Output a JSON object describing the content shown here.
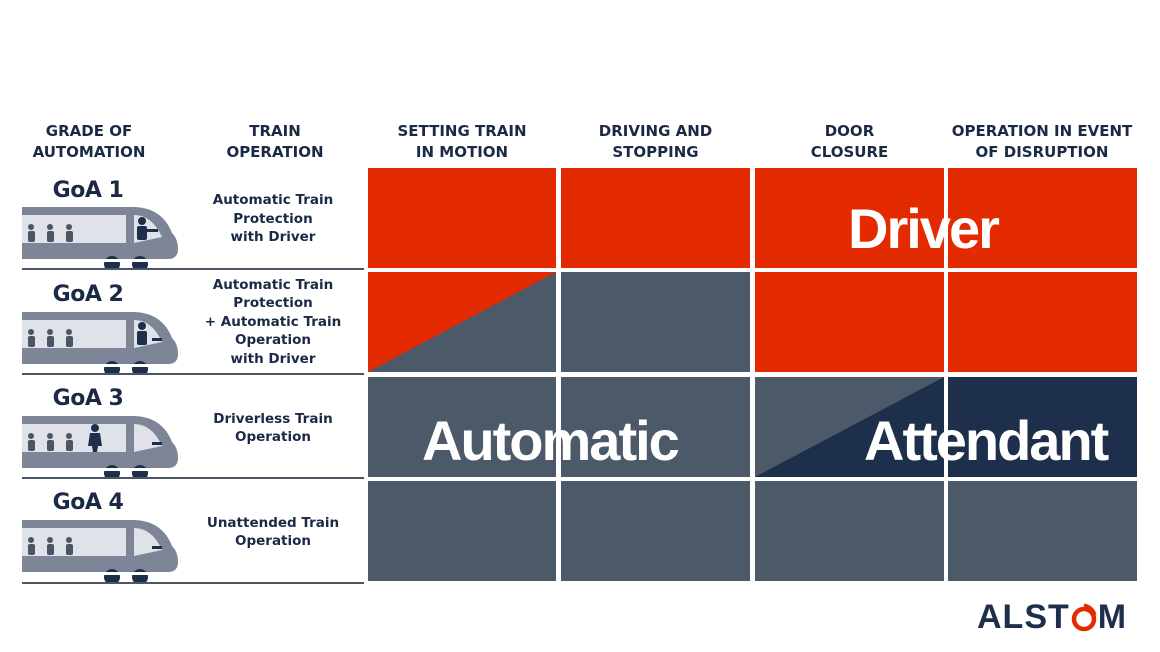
{
  "headers": [
    "GRADE OF\nAUTOMATION",
    "TRAIN\nOPERATION",
    "SETTING TRAIN\nIN MOTION",
    "DRIVING AND\nSTOPPING",
    "DOOR\nCLOSURE",
    "OPERATION IN EVENT\nOF DISRUPTION"
  ],
  "rows": [
    {
      "goa": "GoA 1",
      "operation": "Automatic Train\nProtection\nwith Driver"
    },
    {
      "goa": "GoA 2",
      "operation": "Automatic Train\nProtection\n+ Automatic Train\nOperation\nwith Driver"
    },
    {
      "goa": "GoA 3",
      "operation": "Driverless Train\nOperation"
    },
    {
      "goa": "GoA 4",
      "operation": "Unattended Train\nOperation"
    }
  ],
  "labels": {
    "driver": "Driver",
    "automatic": "Automatic",
    "attendant": "Attendant"
  },
  "colors": {
    "driver": "#e32a00",
    "automatic": "#4b5968",
    "attendant": "#1d2f4b",
    "text": "#1b2a44"
  },
  "logo": {
    "text_before": "ALST",
    "text_after": "M"
  }
}
